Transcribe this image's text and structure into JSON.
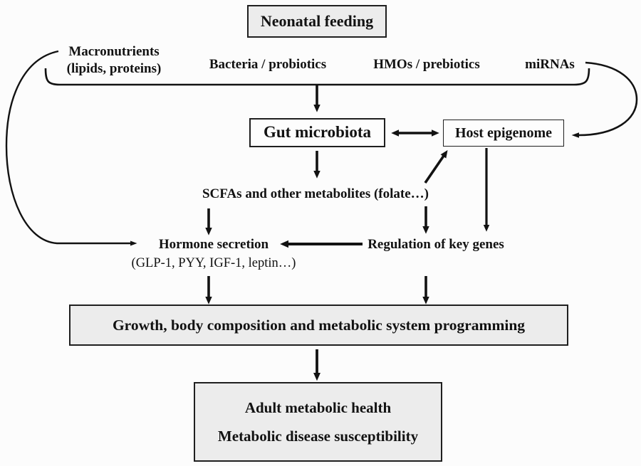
{
  "figure": {
    "title": "Neonatal feeding programming diagram"
  },
  "colors": {
    "background": "#fcfcfc",
    "box_fill_gray": "#ececec",
    "box_fill_white": "#fdfdfd",
    "box_border": "#1f1f1f",
    "line": "#121212"
  },
  "nodes": {
    "neonatal_feeding": "Neonatal feeding",
    "macronutrients_line1": "Macronutrients",
    "macronutrients_line2": "(lipids, proteins)",
    "bacteria": "Bacteria / probiotics",
    "hmos": "HMOs / prebiotics",
    "mirnas": "miRNAs",
    "gut_microbiota": "Gut microbiota",
    "host_epigenome": "Host epigenome",
    "scfas": "SCFAs and other metabolites (folate…)",
    "hormone_secretion": "Hormone secretion",
    "hormone_secretion_detail": "(GLP-1, PYY, IGF-1, leptin…)",
    "regulation": "Regulation of key genes",
    "growth": "Growth, body composition and metabolic system programming",
    "adult_line1": "Adult metabolic health",
    "adult_line2": "Metabolic disease susceptibility"
  },
  "edges": [
    {
      "from": "neonatal-feeding-inputs",
      "to": "gut-microbiota",
      "style": "bracket-arrow"
    },
    {
      "from": "gut-microbiota",
      "to": "host-epigenome",
      "style": "double-arrow"
    },
    {
      "from": "gut-microbiota",
      "to": "scfas-metabolites",
      "style": "arrow"
    },
    {
      "from": "scfas-metabolites",
      "to": "host-epigenome",
      "style": "arrow"
    },
    {
      "from": "host-epigenome",
      "to": "regulation-of-key-genes",
      "style": "arrow"
    },
    {
      "from": "scfas-metabolites",
      "to": "hormone-secretion",
      "style": "arrow"
    },
    {
      "from": "scfas-metabolites",
      "to": "regulation-of-key-genes",
      "style": "arrow"
    },
    {
      "from": "regulation-of-key-genes",
      "to": "hormone-secretion",
      "style": "arrow"
    },
    {
      "from": "macronutrients",
      "to": "hormone-secretion",
      "style": "curved-arrow"
    },
    {
      "from": "mirnas",
      "to": "host-epigenome",
      "style": "curved-arrow"
    },
    {
      "from": "hormone-secretion",
      "to": "growth-programming",
      "style": "arrow"
    },
    {
      "from": "regulation-of-key-genes",
      "to": "growth-programming",
      "style": "arrow"
    },
    {
      "from": "growth-programming",
      "to": "adult-metabolic-health",
      "style": "arrow"
    }
  ]
}
